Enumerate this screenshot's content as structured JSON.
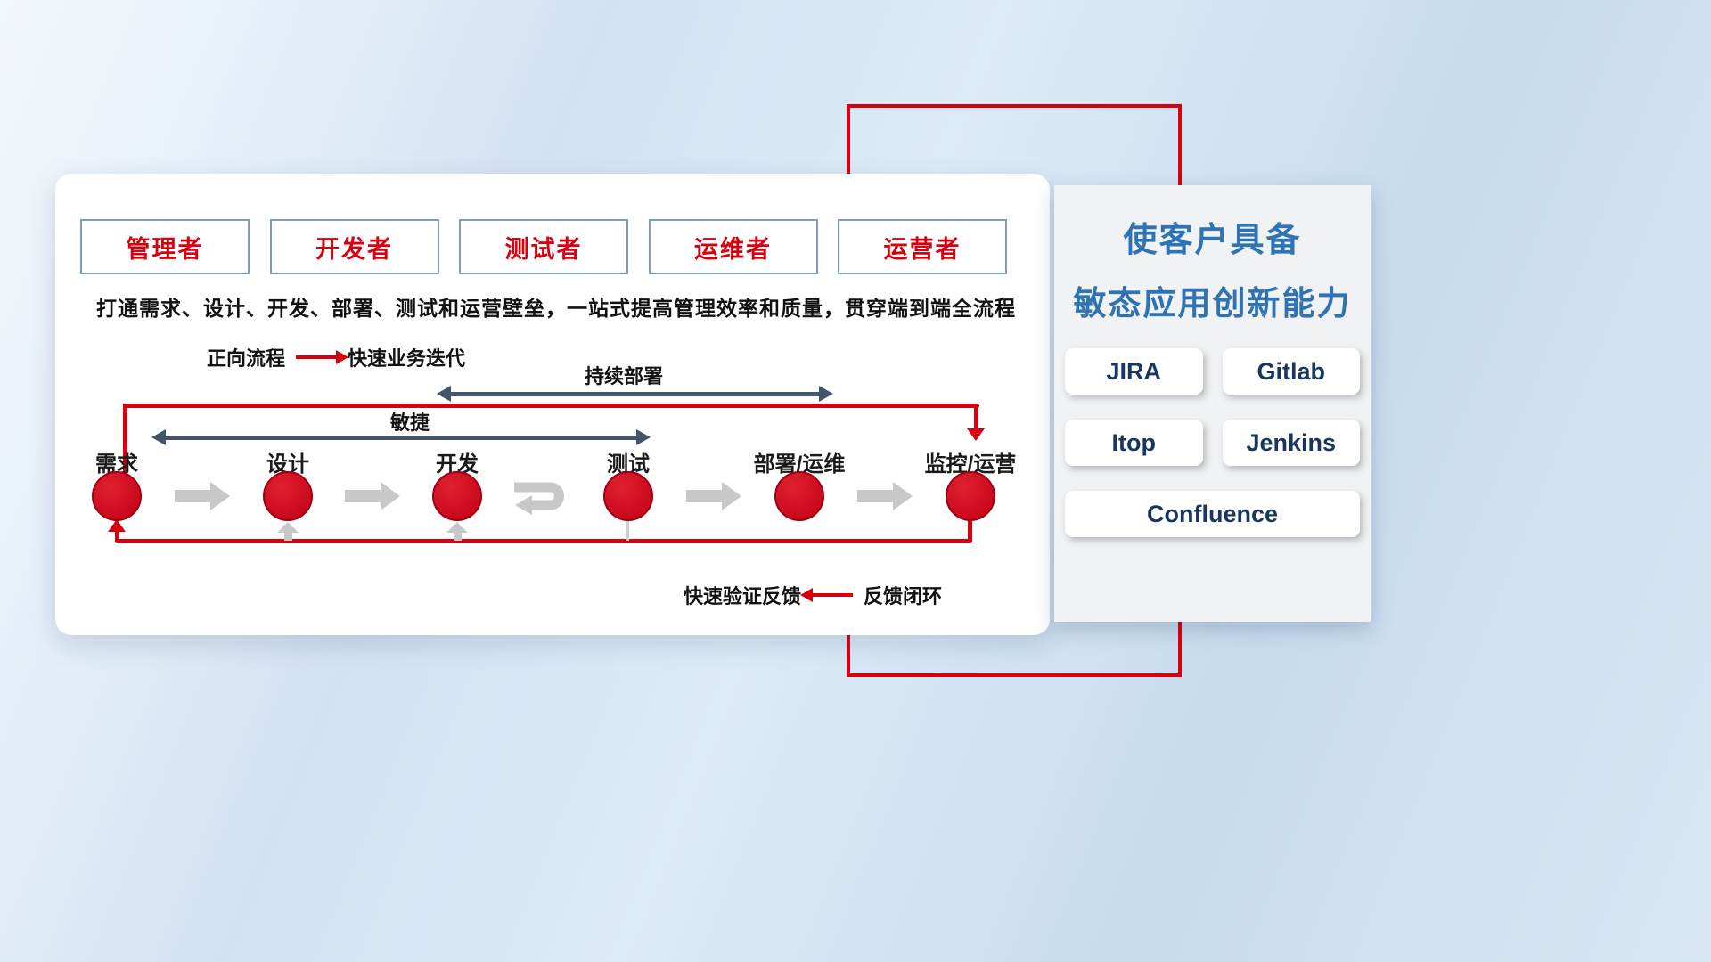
{
  "colors": {
    "accent_red": "#d7000f",
    "title_blue": "#2e74b5",
    "tool_navy": "#17375e",
    "slate_arrow": "#44546a",
    "gray_arrow": "#c8c8c8",
    "role_border_blue": "#7d9cc0"
  },
  "roles": [
    "管理者",
    "开发者",
    "测试者",
    "运维者",
    "运营者"
  ],
  "subtitle": "打通需求、设计、开发、部署、测试和运营壁垒，一站式提高管理效率和质量，贯穿端到端全流程",
  "legend_forward": {
    "title": "正向流程",
    "desc": "快速业务迭代"
  },
  "legend_feedback": {
    "desc": "快速验证反馈",
    "title": "反馈闭环"
  },
  "flow": {
    "cd_label": "持续部署",
    "agile_label": "敏捷",
    "stages": [
      "需求",
      "设计",
      "开发",
      "测试",
      "部署/运维",
      "监控/运营"
    ]
  },
  "right_panel": {
    "title_line1": "使客户具备",
    "title_line2": "敏态应用创新能力",
    "tools": [
      "JIRA",
      "Gitlab",
      "Itop",
      "Jenkins",
      "Confluence"
    ]
  }
}
